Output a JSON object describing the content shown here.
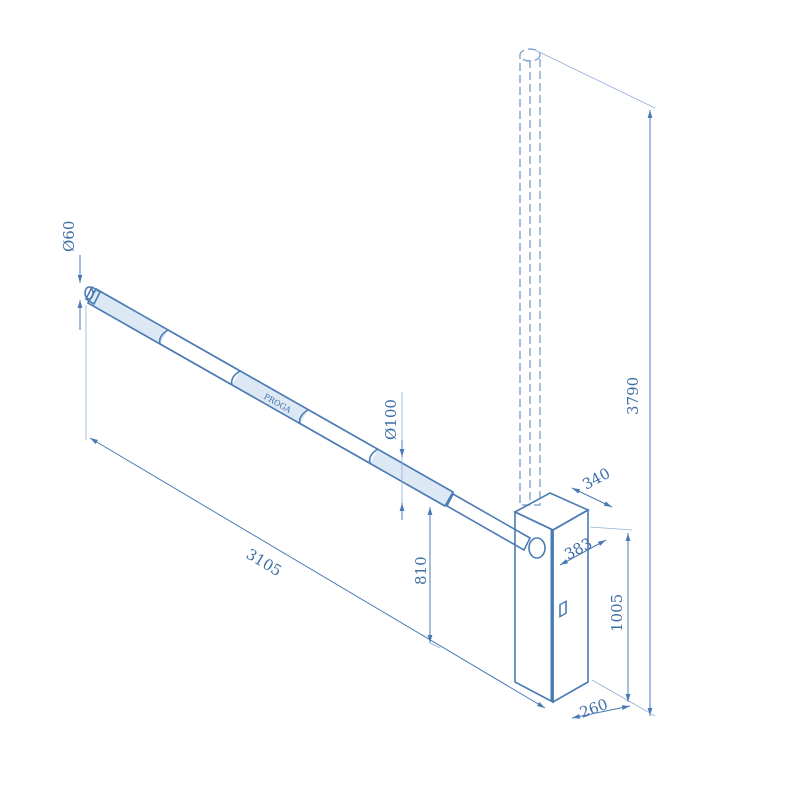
{
  "diagram": {
    "subject": "barrier-gate-dimensions",
    "colors": {
      "line": "#4a7bb5",
      "fill": "#dde8f5",
      "text": "#3f6fa8"
    },
    "dimensions": {
      "arm_length": "3105",
      "raised_height": "3790",
      "cabinet_height": "1005",
      "arm_height": "810",
      "arm_diameter": "Ø100",
      "tip_diameter": "Ø60",
      "cabinet_width": "340",
      "cabinet_depth": "383",
      "base_width": "260"
    },
    "logo_text": "PROGA"
  }
}
